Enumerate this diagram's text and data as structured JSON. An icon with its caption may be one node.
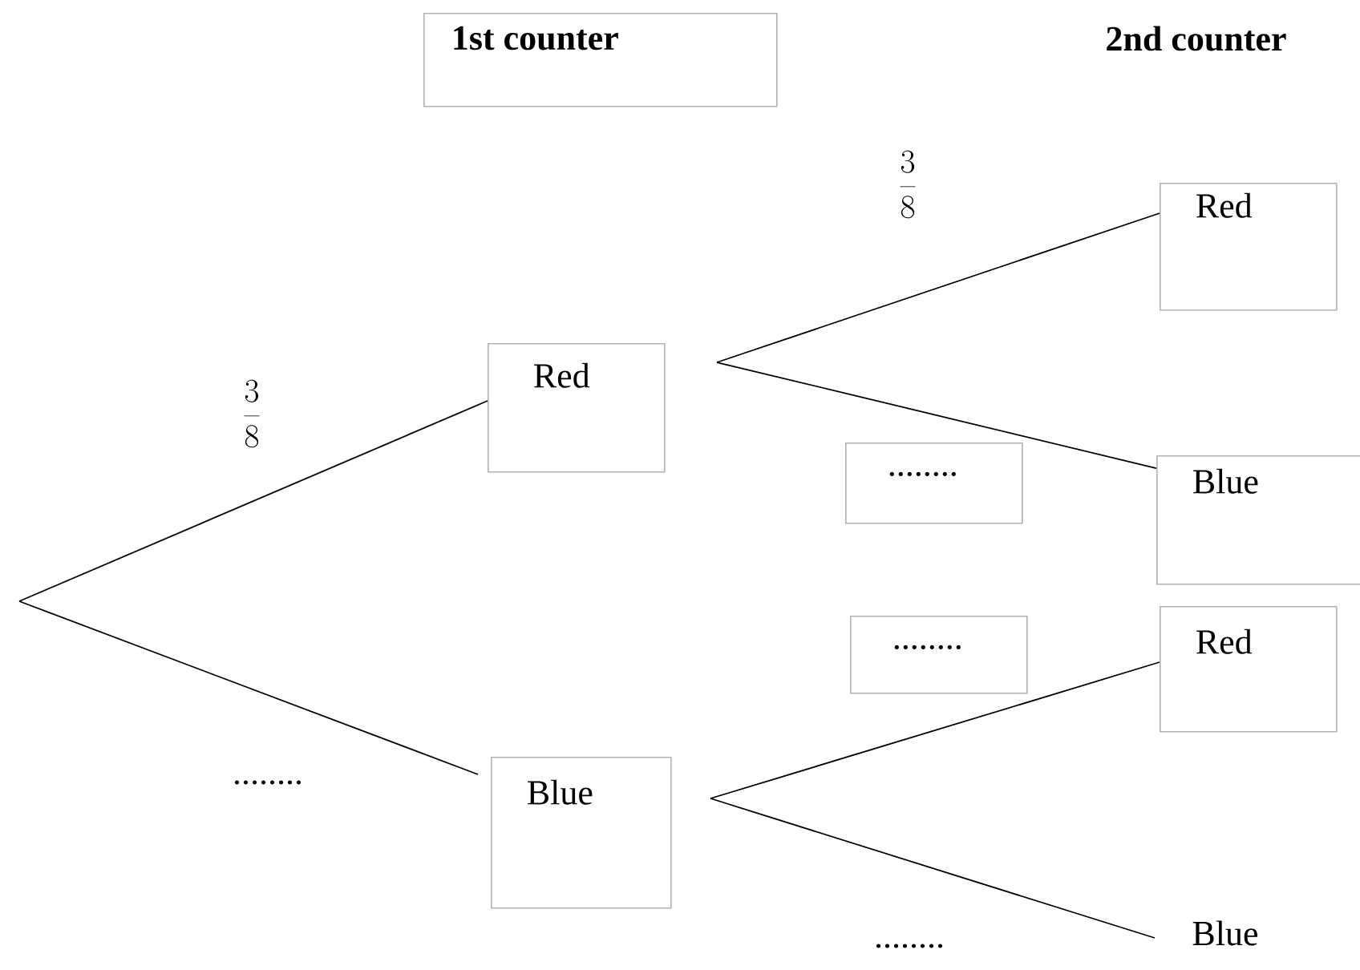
{
  "diagram": {
    "nodes": [
      {
        "text": [
          "1st counter"
        ]
      },
      {
        "text": [
          "Red"
        ]
      },
      {
        "text": [
          "Blue"
        ]
      },
      {
        "text": [
          "Red"
        ]
      },
      {
        "text": [
          "........"
        ]
      },
      {
        "text": [
          "Blue"
        ]
      },
      {
        "text": [
          "........"
        ]
      },
      {
        "text": [
          "Red"
        ]
      },
      {
        "text": [
          "Blue"
        ]
      }
    ],
    "edges": [
      {
        "from": null,
        "to": 1,
        "arrow": "none",
        "label": "\\frac{3}{8}"
      },
      {
        "from": null,
        "to": 2,
        "arrow": "none",
        "label": "........"
      },
      {
        "from": 1,
        "to": 3,
        "arrow": "none",
        "label": "\\frac{3}{8}"
      },
      {
        "from": 1,
        "to": 5,
        "arrow": "none"
      },
      {
        "from": 2,
        "to": 7,
        "arrow": "none"
      },
      {
        "from": 2,
        "to": 8,
        "arrow": "none",
        "label": "........"
      }
    ],
    "labels": [
      "2nd counter"
    ]
  }
}
